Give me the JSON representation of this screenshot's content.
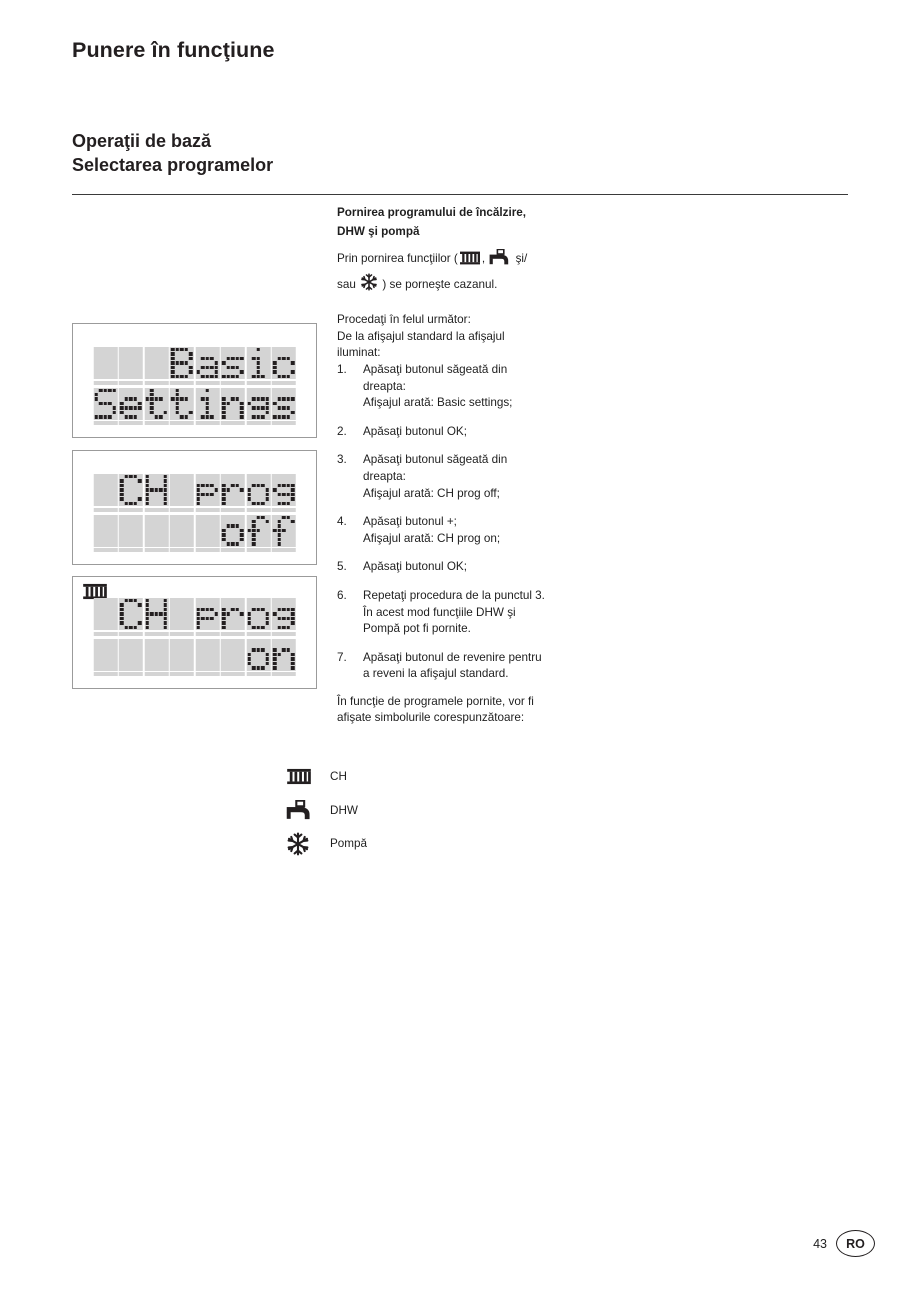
{
  "document": {
    "chapter_title": "Punere în funcţiune",
    "section_title_line1": "Operaţii de bază",
    "section_title_line2": "Selectarea programelor"
  },
  "content": {
    "lead_bold_line1": "Pornirea programului de încălzire,",
    "lead_bold_line2": "DHW şi pompă",
    "intro_part1": "Prin pornirea funcţiilor (",
    "intro_sep": ", ",
    "intro_part2": " şi/",
    "intro_part3": "sau ",
    "intro_part4": " ) se porneşte cazanul.",
    "procedure_line1": "Procedaţi în felul următor:",
    "procedure_line2": "De la afişajul standard la afişajul",
    "procedure_line3": "iluminat:",
    "steps": [
      {
        "num": "1.",
        "lines": [
          "Apăsaţi butonul săgeată din",
          "dreapta:",
          "Afişajul arată: Basic settings;"
        ]
      },
      {
        "num": "2.",
        "lines": [
          "Apăsaţi butonul OK;"
        ]
      },
      {
        "num": "3.",
        "lines": [
          "Apăsaţi butonul săgeată din",
          "dreapta:",
          "Afişajul arată: CH prog off;"
        ]
      },
      {
        "num": "4.",
        "lines": [
          "Apăsaţi butonul +;",
          "Afişajul arată: CH prog on;"
        ]
      },
      {
        "num": "5.",
        "lines": [
          "Apăsaţi butonul OK;"
        ]
      },
      {
        "num": "6.",
        "lines": [
          "Repetaţi procedura de la punctul 3.",
          "În acest mod funcţiile DHW şi",
          "Pompă pot fi pornite."
        ]
      },
      {
        "num": "7.",
        "lines": [
          "Apăsaţi butonul de revenire pentru",
          "a reveni la afişajul standard."
        ]
      }
    ],
    "closing_line1": "În funcţie de programele pornite, vor fi",
    "closing_line2": "afişate simbolurile corespunzătoare:",
    "legend": [
      {
        "icon": "radiator-icon",
        "label": "CH"
      },
      {
        "icon": "faucet-icon",
        "label": "DHW"
      },
      {
        "icon": "snowflake-icon",
        "label": "Pompă"
      }
    ]
  },
  "lcd_panels": [
    {
      "id": "lcd-1",
      "status_icon": null,
      "line1": "   Basic",
      "line2": "Settings"
    },
    {
      "id": "lcd-2",
      "status_icon": null,
      "line1": " CH prog",
      "line2": "     off"
    },
    {
      "id": "lcd-3",
      "status_icon": "radiator-icon",
      "line1": " CH prog",
      "line2": "      on"
    }
  ],
  "footer": {
    "page_number": "43",
    "language_code": "RO"
  },
  "colors": {
    "text": "#231f20",
    "lcd_dot_on": "#231f20",
    "lcd_background": "#d4d4d4",
    "panel_border": "#9b9b9b"
  }
}
